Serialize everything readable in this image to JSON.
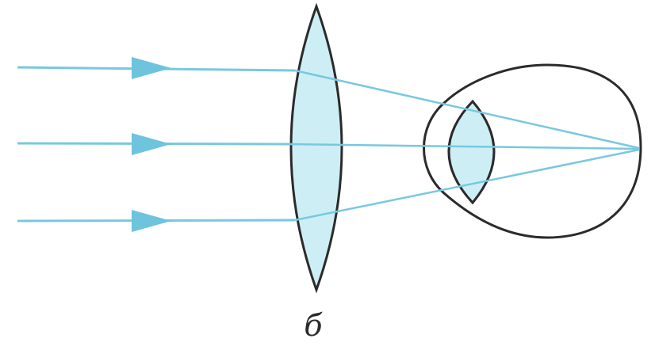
{
  "caption": "б",
  "colors": {
    "background": "#ffffff",
    "ray": "#78c8e0",
    "arrowhead": "#6ec3dd",
    "lens_fill": "#cdeef5",
    "outline": "#2b2b2b"
  },
  "icons": {
    "ray_arrow": "triangle-arrowhead",
    "lens": "biconvex-lens",
    "eye": "eyeball-with-crystalline-lens"
  }
}
